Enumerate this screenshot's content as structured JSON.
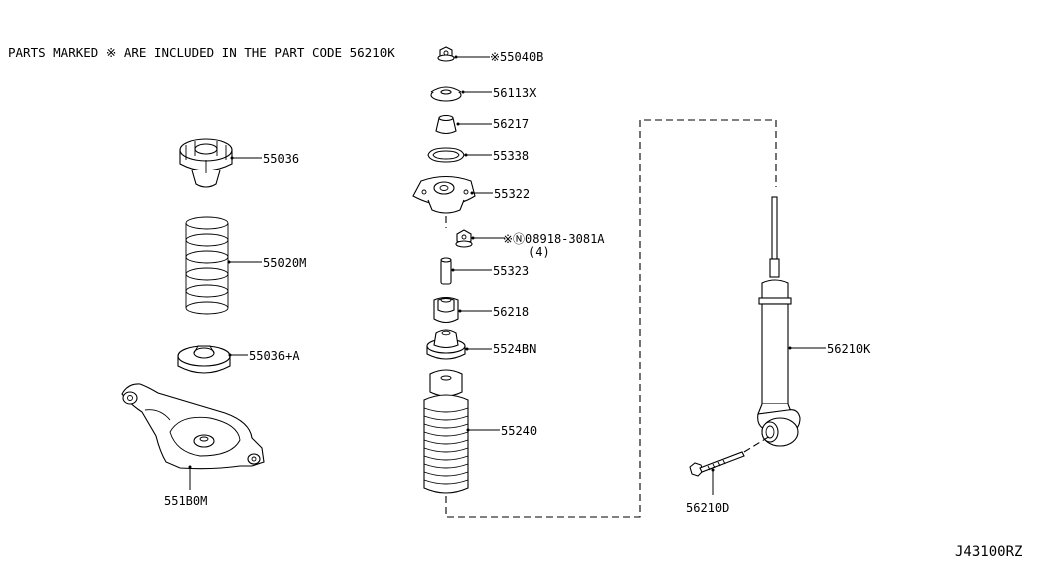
{
  "note": "PARTS MARKED ※ ARE INCLUDED IN THE PART CODE 56210K",
  "diagram_code": "J43100RZ",
  "parts": {
    "p55040b": "※55040B",
    "p56113x": "56113X",
    "p56217": "56217",
    "p55338": "55338",
    "p55322": "55322",
    "p08918": "※Ⓝ08918-3081A",
    "p08918_qty": "(4)",
    "p55323": "55323",
    "p56218": "56218",
    "p5524bn": "5524BN",
    "p55240": "55240",
    "p55036": "55036",
    "p55020m": "55020M",
    "p55036a": "55036+A",
    "p551b0m": "551B0M",
    "p56210k": "56210K",
    "p56210d": "56210D"
  }
}
